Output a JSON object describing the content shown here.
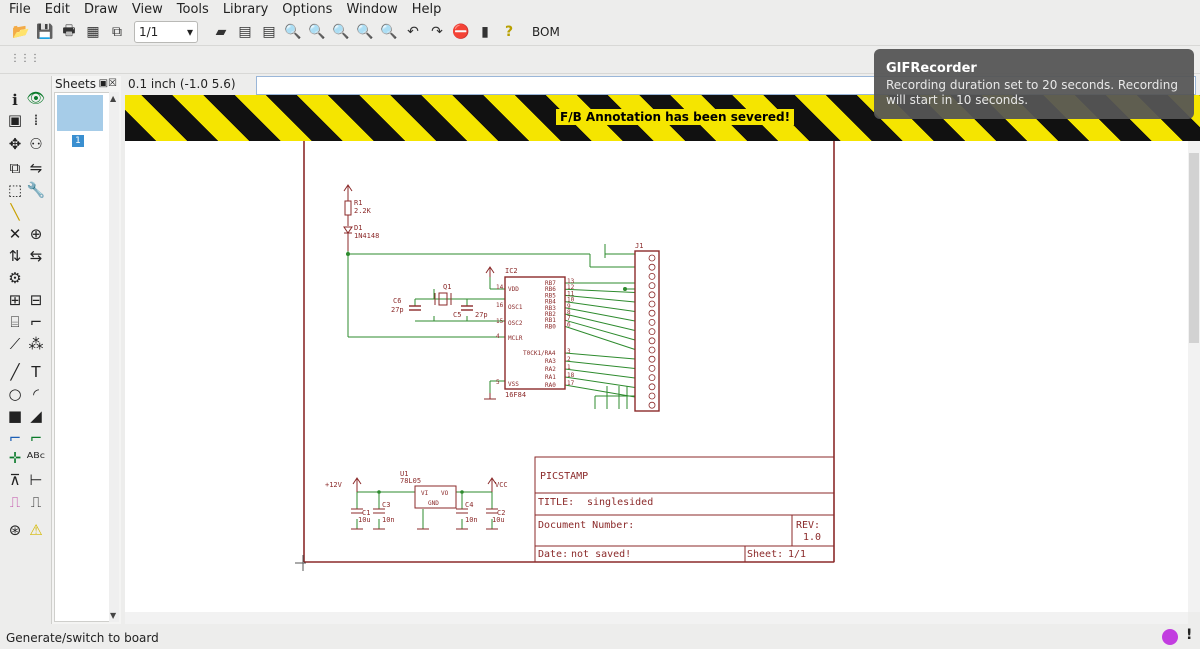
{
  "menu": [
    "File",
    "Edit",
    "Draw",
    "View",
    "Tools",
    "Library",
    "Options",
    "Window",
    "Help"
  ],
  "toolbar": {
    "sheet_value": "1/1",
    "bom_label": "BOM"
  },
  "sheets": {
    "title": "Sheets",
    "thumb_number": "1"
  },
  "coords": {
    "text": "0.1 inch (-1.0 5.6)"
  },
  "banner": {
    "message": "F/B Annotation has been severed!"
  },
  "notification": {
    "title": "GIFRecorder",
    "body": "Recording duration set to 20 seconds. Recording will start in 10 seconds."
  },
  "status": {
    "text": "Generate/switch to board"
  },
  "schematic": {
    "title_block": {
      "name": "PICSTAMP",
      "title_label": "TITLE:",
      "title_value": "singlesided",
      "docnum_label": "Document Number:",
      "rev_label": "REV:",
      "rev_value": "1.0",
      "date_label": "Date:",
      "date_value": "not saved!",
      "sheet_label": "Sheet:",
      "sheet_value": "1/1"
    },
    "components": {
      "r1": "R1",
      "r1_val": "2.2K",
      "d1": "D1",
      "d1_val": "1N4148",
      "ic2": "IC2",
      "ic2_part": "16F84",
      "q1": "Q1",
      "c6": "C6",
      "c6_val": "27p",
      "c5": "C5",
      "c5_val": "27p",
      "j1": "J1",
      "u1": "U1",
      "u1_part": "78L05",
      "c1": "C1",
      "c1_val": "10u",
      "c3": "C3",
      "c3_val": "10n",
      "c4": "C4",
      "c4_val": "10n",
      "c2": "C2",
      "c2_val": "10u",
      "v12": "+12V",
      "vcc": "VCC",
      "u1_vi": "VI",
      "u1_vo": "VO",
      "u1_gnd": "GND"
    },
    "ic_pins_left": [
      "VDD",
      "OSC1",
      "OSC2",
      "MCLR",
      "VSS"
    ],
    "ic_pins_right": [
      "RB7",
      "RB6",
      "RB5",
      "RB4",
      "RB3",
      "RB2",
      "RB1",
      "RB0",
      "T0CK1/RA4",
      "RA3",
      "RA2",
      "RA1",
      "RA0"
    ],
    "ic_pin_numbers_left": [
      "14",
      "16",
      "15",
      "4",
      "5"
    ],
    "ic_pin_numbers_right": [
      "13",
      "12",
      "11",
      "10",
      "9",
      "8",
      "7",
      "6",
      "3",
      "2",
      "1",
      "18",
      "17"
    ]
  }
}
